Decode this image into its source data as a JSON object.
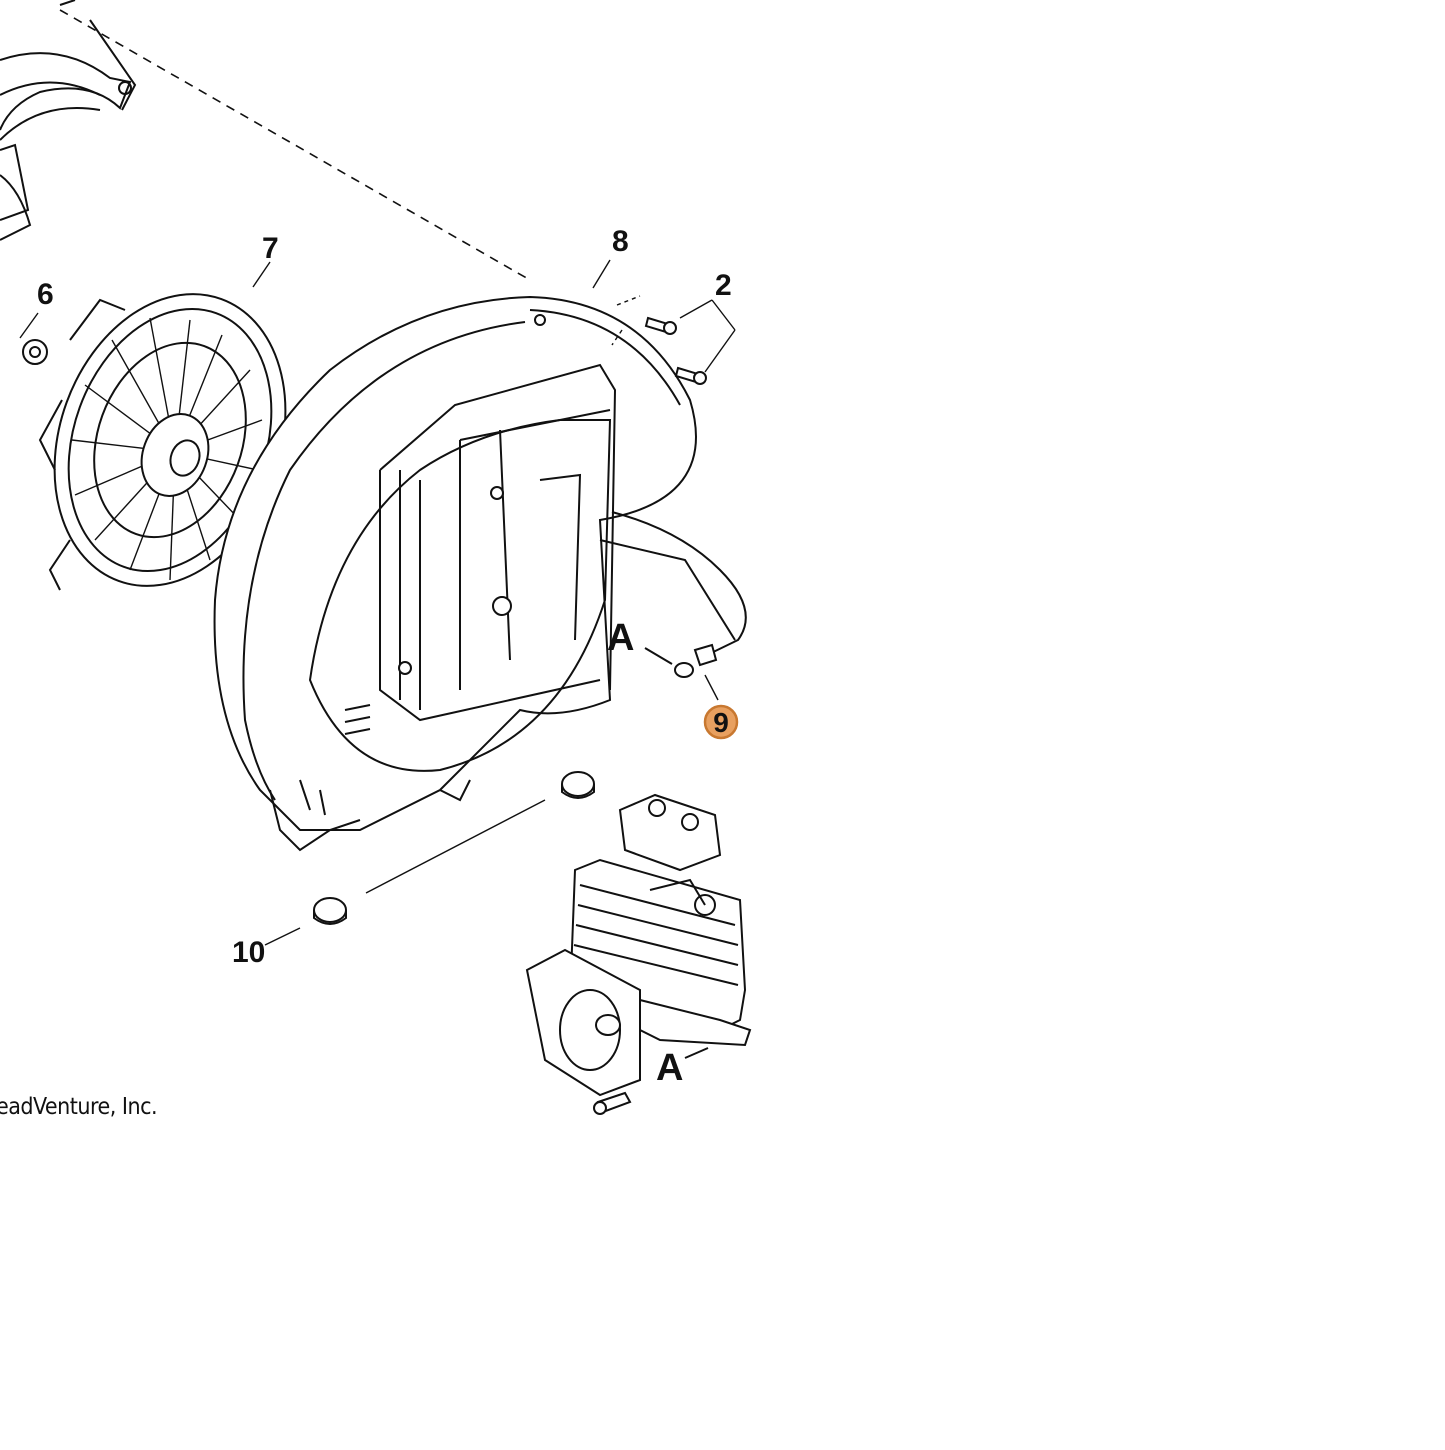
{
  "diagram": {
    "callouts": [
      {
        "id": "7",
        "label": "7"
      },
      {
        "id": "8",
        "label": "8"
      },
      {
        "id": "2",
        "label": "2"
      },
      {
        "id": "6",
        "label": "6"
      },
      {
        "id": "A-top",
        "label": "A"
      },
      {
        "id": "9",
        "label": "9",
        "highlighted": true
      },
      {
        "id": "10",
        "label": "10"
      },
      {
        "id": "A-bottom",
        "label": "A"
      }
    ],
    "highlight_color": "#E8A060",
    "highlight_stroke": "#C87830",
    "copyright_text": "eadVenture, Inc."
  }
}
